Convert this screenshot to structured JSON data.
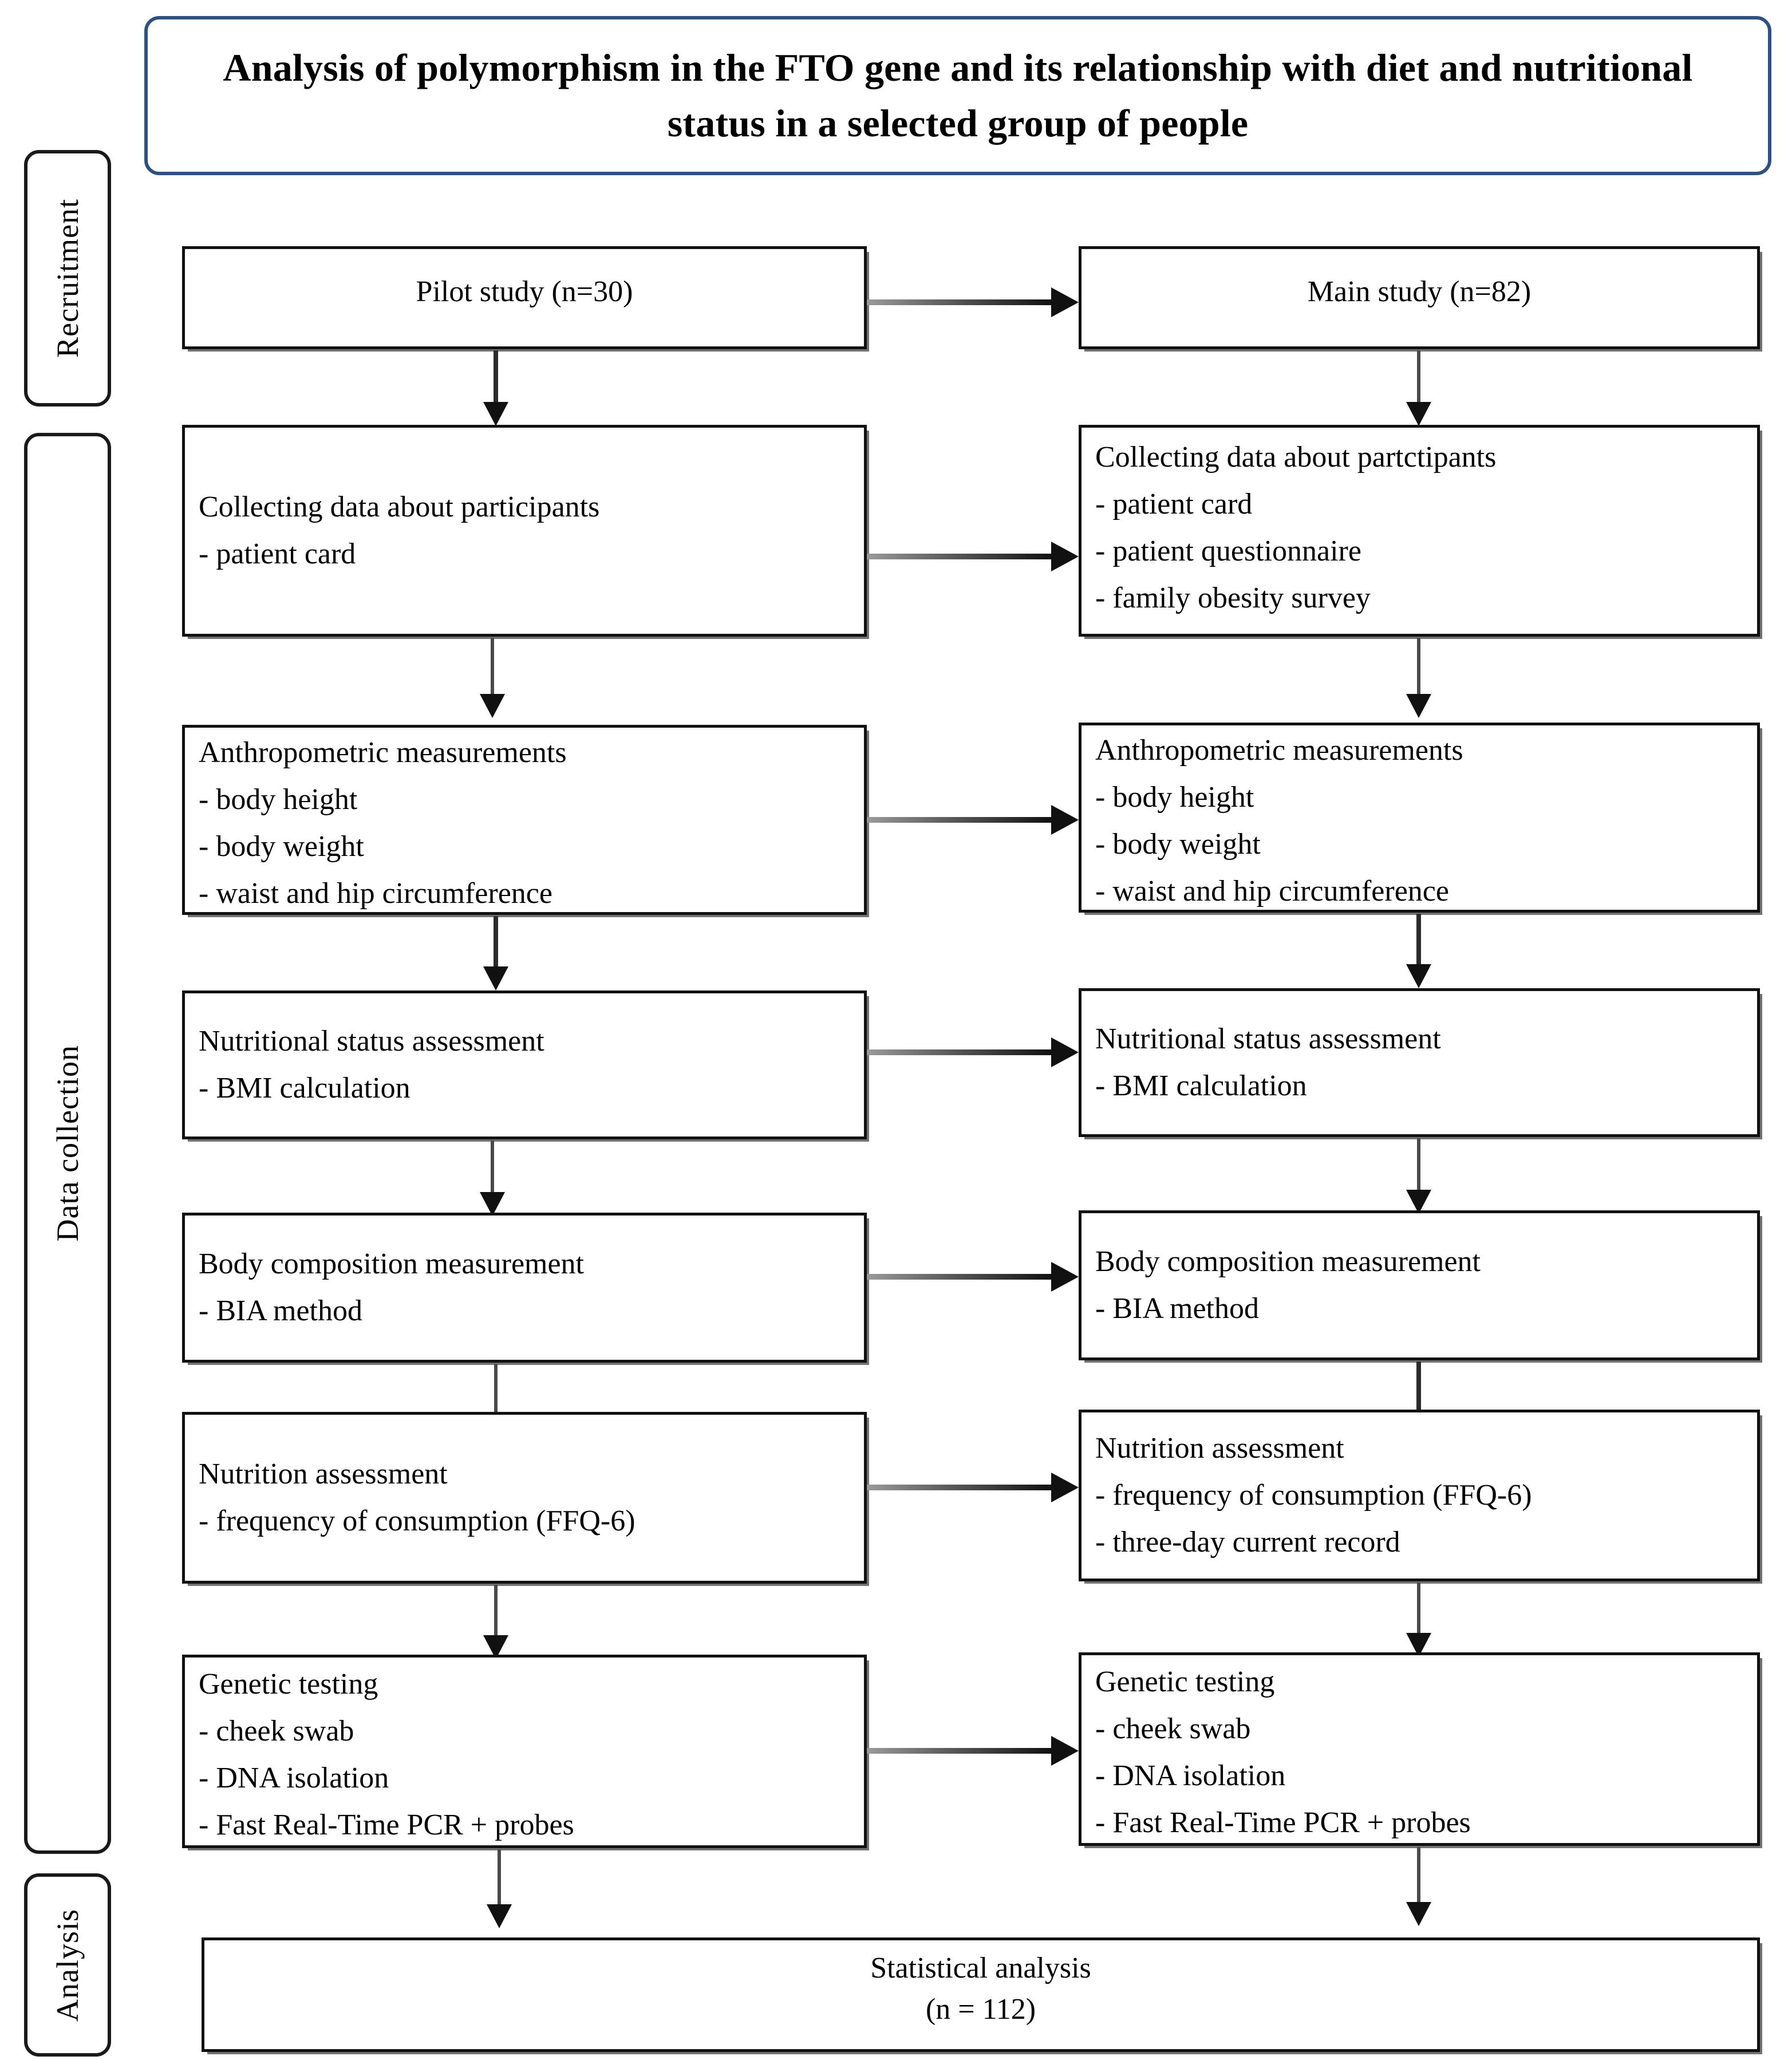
{
  "title": {
    "line1": "Analysis of polymorphism in the FTO gene and its relationship with diet",
    "line2": "and nutritional status in a selected group of people"
  },
  "phases": [
    {
      "id": "recruitment",
      "label": "Recruitment"
    },
    {
      "id": "data-collection",
      "label": "Data collection"
    },
    {
      "id": "analysis",
      "label": "Analysis"
    }
  ],
  "columns": {
    "left_header": "Pilot study (n=30)",
    "right_header": "Main study (n=82)"
  },
  "rows": [
    {
      "key": "recruitment",
      "left": {
        "lines": [
          "Pilot study (n=30)"
        ]
      },
      "right": {
        "lines": [
          "Main study (n=82)"
        ]
      }
    },
    {
      "key": "collecting-data",
      "left": {
        "lines": [
          "Collecting data about participants",
          "- patient card"
        ]
      },
      "right": {
        "lines": [
          "Collecting data about partctipants",
          "- patient card",
          "- patient questionnaire",
          "- family obesity survey"
        ]
      }
    },
    {
      "key": "anthropometric",
      "left": {
        "lines": [
          "Anthropometric measurements",
          "- body height",
          "- body weight",
          "- waist and hip circumference"
        ]
      },
      "right": {
        "lines": [
          "Anthropometric measurements",
          "- body height",
          "- body weight",
          "- waist and hip circumference"
        ]
      }
    },
    {
      "key": "nutritional-status",
      "left": {
        "lines": [
          "Nutritional status assessment",
          "- BMI calculation"
        ]
      },
      "right": {
        "lines": [
          "Nutritional status assessment",
          "- BMI calculation"
        ]
      }
    },
    {
      "key": "body-composition",
      "left": {
        "lines": [
          "Body composition measurement",
          "- BIA method"
        ]
      },
      "right": {
        "lines": [
          "Body composition measurement",
          "- BIA method"
        ]
      }
    },
    {
      "key": "nutrition-assessment",
      "left": {
        "lines": [
          "Nutrition assessment",
          "- frequency of consumption (FFQ-6)"
        ]
      },
      "right": {
        "lines": [
          "Nutrition assessment",
          "- frequency of consumption (FFQ-6)",
          "- three-day current record"
        ]
      }
    },
    {
      "key": "genetic-testing",
      "left": {
        "lines": [
          "Genetic testing",
          "- cheek swab",
          "- DNA isolation",
          "- Fast Real-Time PCR + probes"
        ]
      },
      "right": {
        "lines": [
          "Genetic testing",
          "- cheek swab",
          "- DNA isolation",
          "- Fast Real-Time PCR + probes"
        ]
      }
    }
  ],
  "final": {
    "line1": "Statistical analysis",
    "line2": "(n = 112)"
  },
  "colors": {
    "title_border": "#2d5280",
    "node_border": "#111111",
    "arrow": "#111111",
    "background": "#ffffff"
  }
}
